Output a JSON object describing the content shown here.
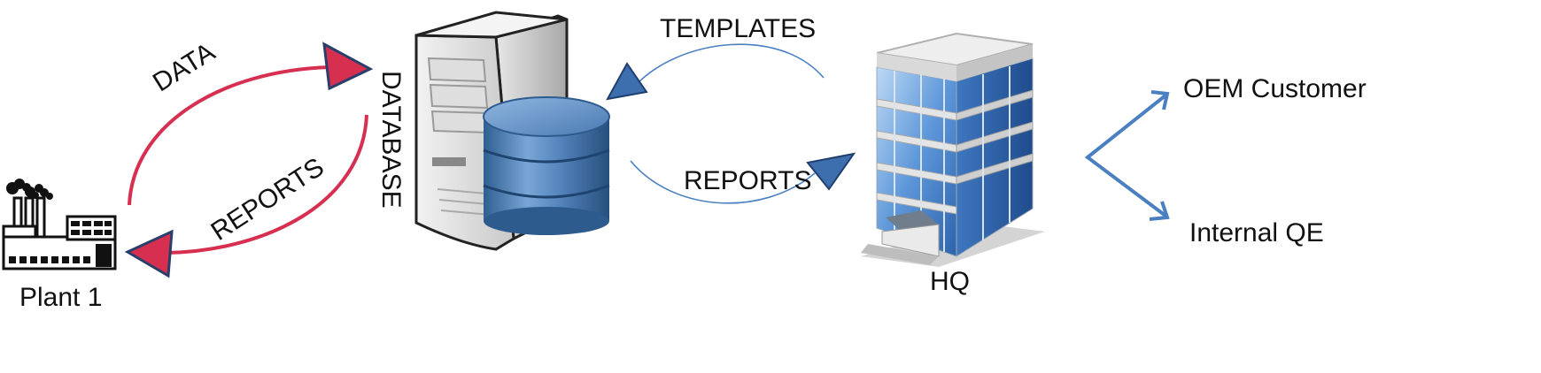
{
  "nodes": {
    "plant": {
      "label": "Plant 1",
      "icon": "factory-icon"
    },
    "database": {
      "label": "DATABASE",
      "icon": "database-server-icon"
    },
    "hq": {
      "label": "HQ",
      "icon": "office-building-icon"
    },
    "oem": {
      "label": "OEM Customer"
    },
    "qe": {
      "label": "Internal QE"
    }
  },
  "edges": {
    "plant_to_db": {
      "label": "DATA"
    },
    "db_to_plant": {
      "label": "REPORTS"
    },
    "hq_to_db": {
      "label": "TEMPLATES"
    },
    "db_to_hq": {
      "label": "REPORTS"
    }
  },
  "colors": {
    "red_arrow": "#d62f50",
    "blue_arrow": "#3d6fae",
    "blue_line": "#4a7fc1",
    "text": "#111111"
  }
}
